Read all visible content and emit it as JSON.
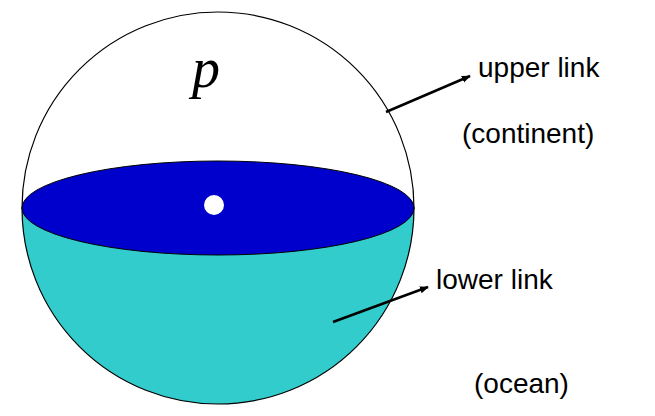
{
  "diagram": {
    "labels": [
      "p",
      "upper link",
      "(continent)",
      "lower link",
      "(ocean)"
    ]
  }
}
